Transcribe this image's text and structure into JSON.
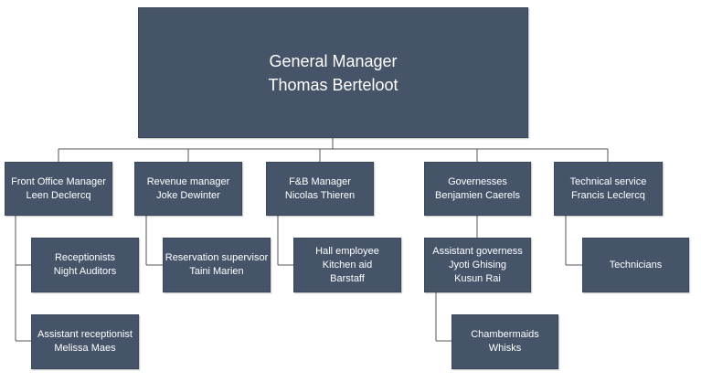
{
  "general_manager": {
    "title": "General Manager",
    "name": "Thomas Berteloot"
  },
  "front_office": {
    "title": "Front Office Manager",
    "name": "Leen Declercq"
  },
  "receptionists": {
    "line1": "Receptionists",
    "line2": "Night Auditors"
  },
  "assistant_receptionist": {
    "title": "Assistant receptionist",
    "name": "Melissa Maes"
  },
  "revenue": {
    "title": "Revenue manager",
    "name": "Joke Dewinter"
  },
  "reservation": {
    "title": "Reservation supervisor",
    "name": "Taini Marien"
  },
  "fb": {
    "title": "F&B Manager",
    "name": "Nicolas Thieren"
  },
  "hall": {
    "line1": "Hall employee",
    "line2": "Kitchen aid",
    "line3": "Barstaff"
  },
  "governesses": {
    "title": "Governesses",
    "name": "Benjamien Caerels"
  },
  "assistant_governess": {
    "title": "Assistant governess",
    "name1": "Jyoti Ghising",
    "name2": "Kusun Rai"
  },
  "chambermaids": {
    "line1": "Chambermaids",
    "line2": "Whisks"
  },
  "technical": {
    "title": "Technical service",
    "name": "Francis Leclercq"
  },
  "technicians": {
    "line1": "Technicians"
  }
}
